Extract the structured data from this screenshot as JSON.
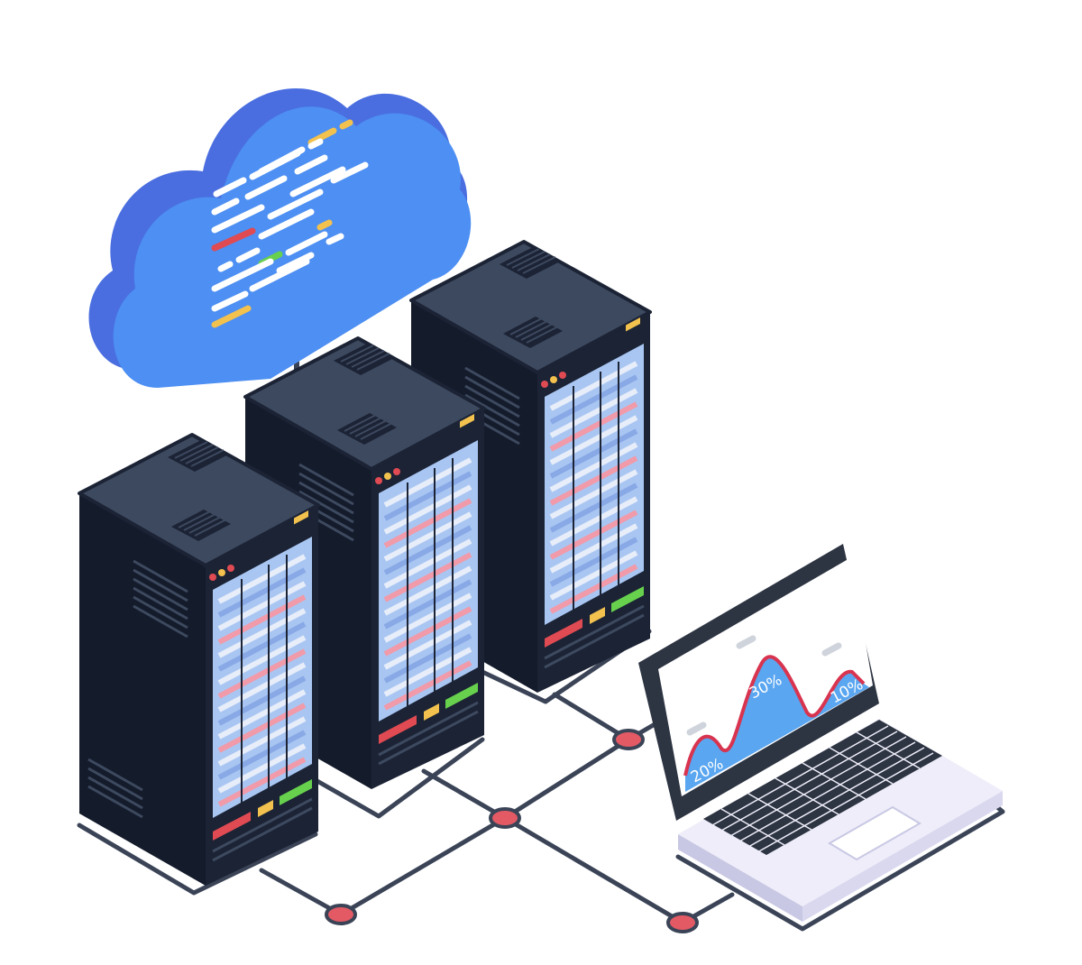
{
  "colors": {
    "background": "#ffffff",
    "cloud_front": "#4d8ff2",
    "cloud_side": "#4a6ee0",
    "server_dark": "#1b2335",
    "server_top": "#3d495f",
    "server_side": "#141b2b",
    "network_line": "#3b4457",
    "node_red": "#e35a64",
    "led_red": "#e04a52",
    "led_yellow": "#f2c14e",
    "led_green": "#67d14e",
    "laptop_base": "#eeedf9",
    "laptop_frame": "#2d3442",
    "chart_fill": "#5aa6f0",
    "chart_line": "#d8344f"
  },
  "icons": [
    "cloud-icon",
    "server-rack-icon",
    "laptop-icon",
    "network-node-icon"
  ],
  "laptop_chart": {
    "labels": [
      "20%",
      "30%",
      "10%"
    ]
  }
}
